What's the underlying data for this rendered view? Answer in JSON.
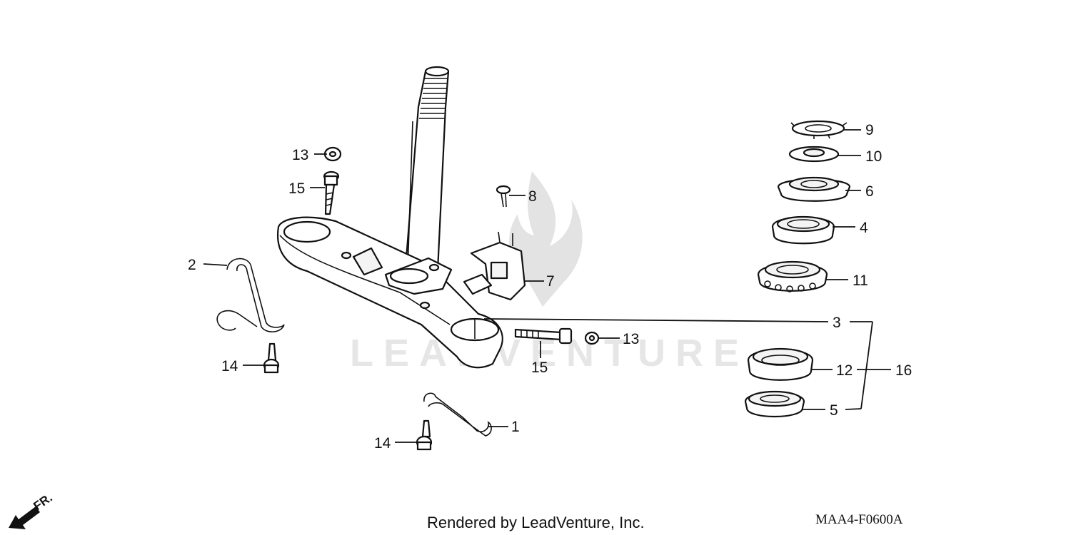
{
  "watermark": {
    "text": "LEADVENTURE"
  },
  "callouts": {
    "c1": "1",
    "c2": "2",
    "c3": "3",
    "c4": "4",
    "c5": "5",
    "c6": "6",
    "c7": "7",
    "c8": "8",
    "c9": "9",
    "c10": "10",
    "c11": "11",
    "c12": "12",
    "c13a": "13",
    "c13b": "13",
    "c14a": "14",
    "c14b": "14",
    "c15a": "15",
    "c15b": "15",
    "c16": "16"
  },
  "footer": {
    "credit": "Rendered by LeadVenture, Inc.",
    "diagram_code": "MAA4-F0600A",
    "direction_label": "FR."
  }
}
